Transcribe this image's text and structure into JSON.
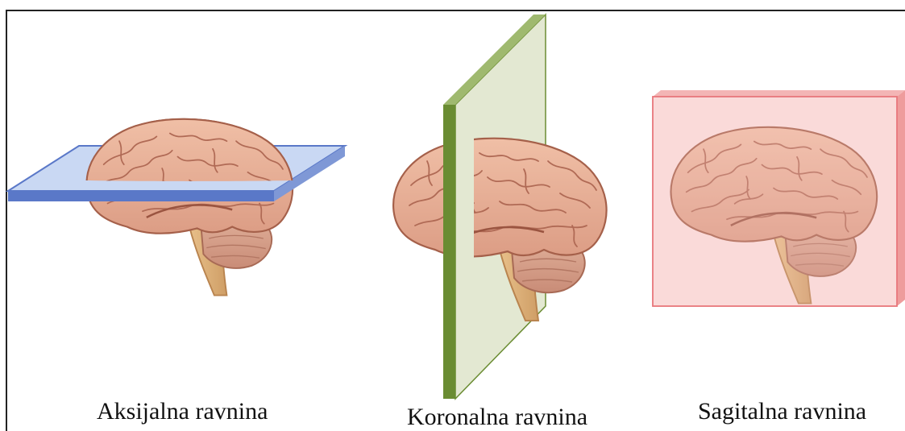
{
  "planes": [
    {
      "id": "axial",
      "label": "Aksijalna ravnina",
      "color": "#5a78c8"
    },
    {
      "id": "coronal",
      "label": "Koronalna ravnina",
      "color": "#6a8c32"
    },
    {
      "id": "sagittal",
      "label": "Sagitalna ravnina",
      "color": "#e8787c"
    }
  ]
}
